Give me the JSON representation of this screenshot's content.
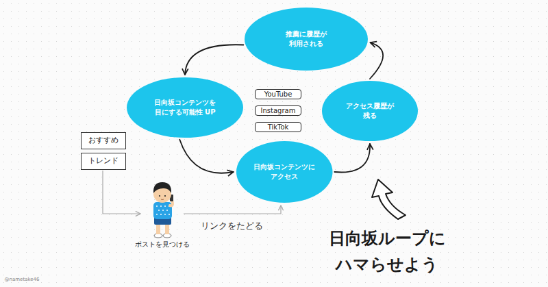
{
  "diagram": {
    "nodes": [
      {
        "text": [
          "推薦に履歴が 利用される"
        ]
      },
      {
        "text": [
          "日向坂コンテンツを 目にする可能性 UP"
        ]
      },
      {
        "text": [
          "YouTube"
        ]
      },
      {
        "text": [
          "Instagram"
        ]
      },
      {
        "text": [
          "TikTok"
        ]
      },
      {
        "text": [
          "アクセス履歴が 残る"
        ]
      },
      {
        "text": [
          "おすすめ"
        ]
      },
      {
        "text": [
          "トレンド"
        ]
      },
      {
        "text": [
          "日向坂コンテンツに アクセス"
        ]
      }
    ],
    "edges": [
      {
        "from": 0,
        "to": 1,
        "arrow": "to"
      },
      {
        "from": 1,
        "to": 8,
        "arrow": "to"
      },
      {
        "from": 8,
        "to": 5,
        "arrow": "to"
      },
      {
        "from": 5,
        "to": 0,
        "arrow": "to"
      }
    ],
    "labels": [
      "ポストを見つける",
      "リンクをたどる",
      "日向坂ループに ハマらせよう",
      "@nametake46"
    ]
  }
}
